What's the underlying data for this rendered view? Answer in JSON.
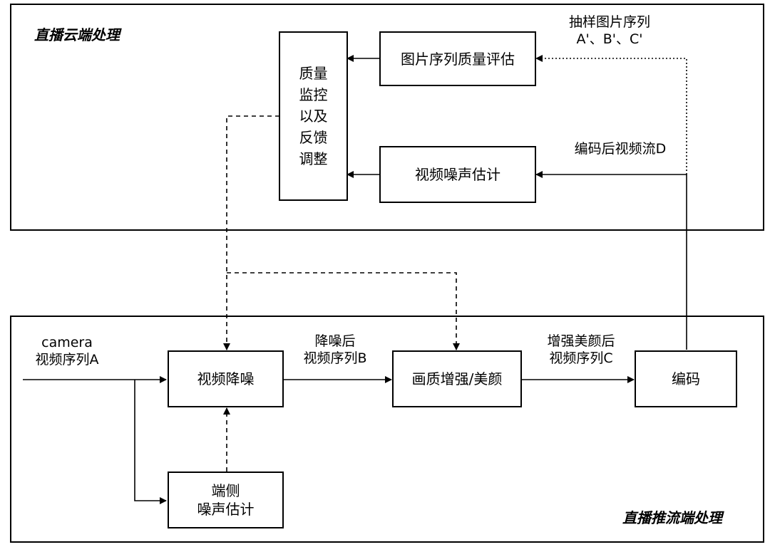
{
  "regions": {
    "cloud": {
      "title": "直播云端处理"
    },
    "push": {
      "title": "直播推流端处理"
    }
  },
  "nodes": {
    "quality_monitor": "质量\n监控\n以及\n反馈\n调整",
    "image_quality_eval": "图片序列质量评估",
    "video_noise_est": "视频噪声估计",
    "video_denoise": "视频降噪",
    "enhance_beauty": "画质增强/美颜",
    "encode": "编码",
    "edge_noise_est": "端侧\n噪声估计"
  },
  "edge_labels": {
    "input": "camera\n视频序列A",
    "denoised": "降噪后\n视频序列B",
    "enhanced": "增强美颜后\n视频序列C",
    "encoded_stream": "编码后视频流D",
    "sampled": "抽样图片序列\nA'、B'、C'"
  }
}
